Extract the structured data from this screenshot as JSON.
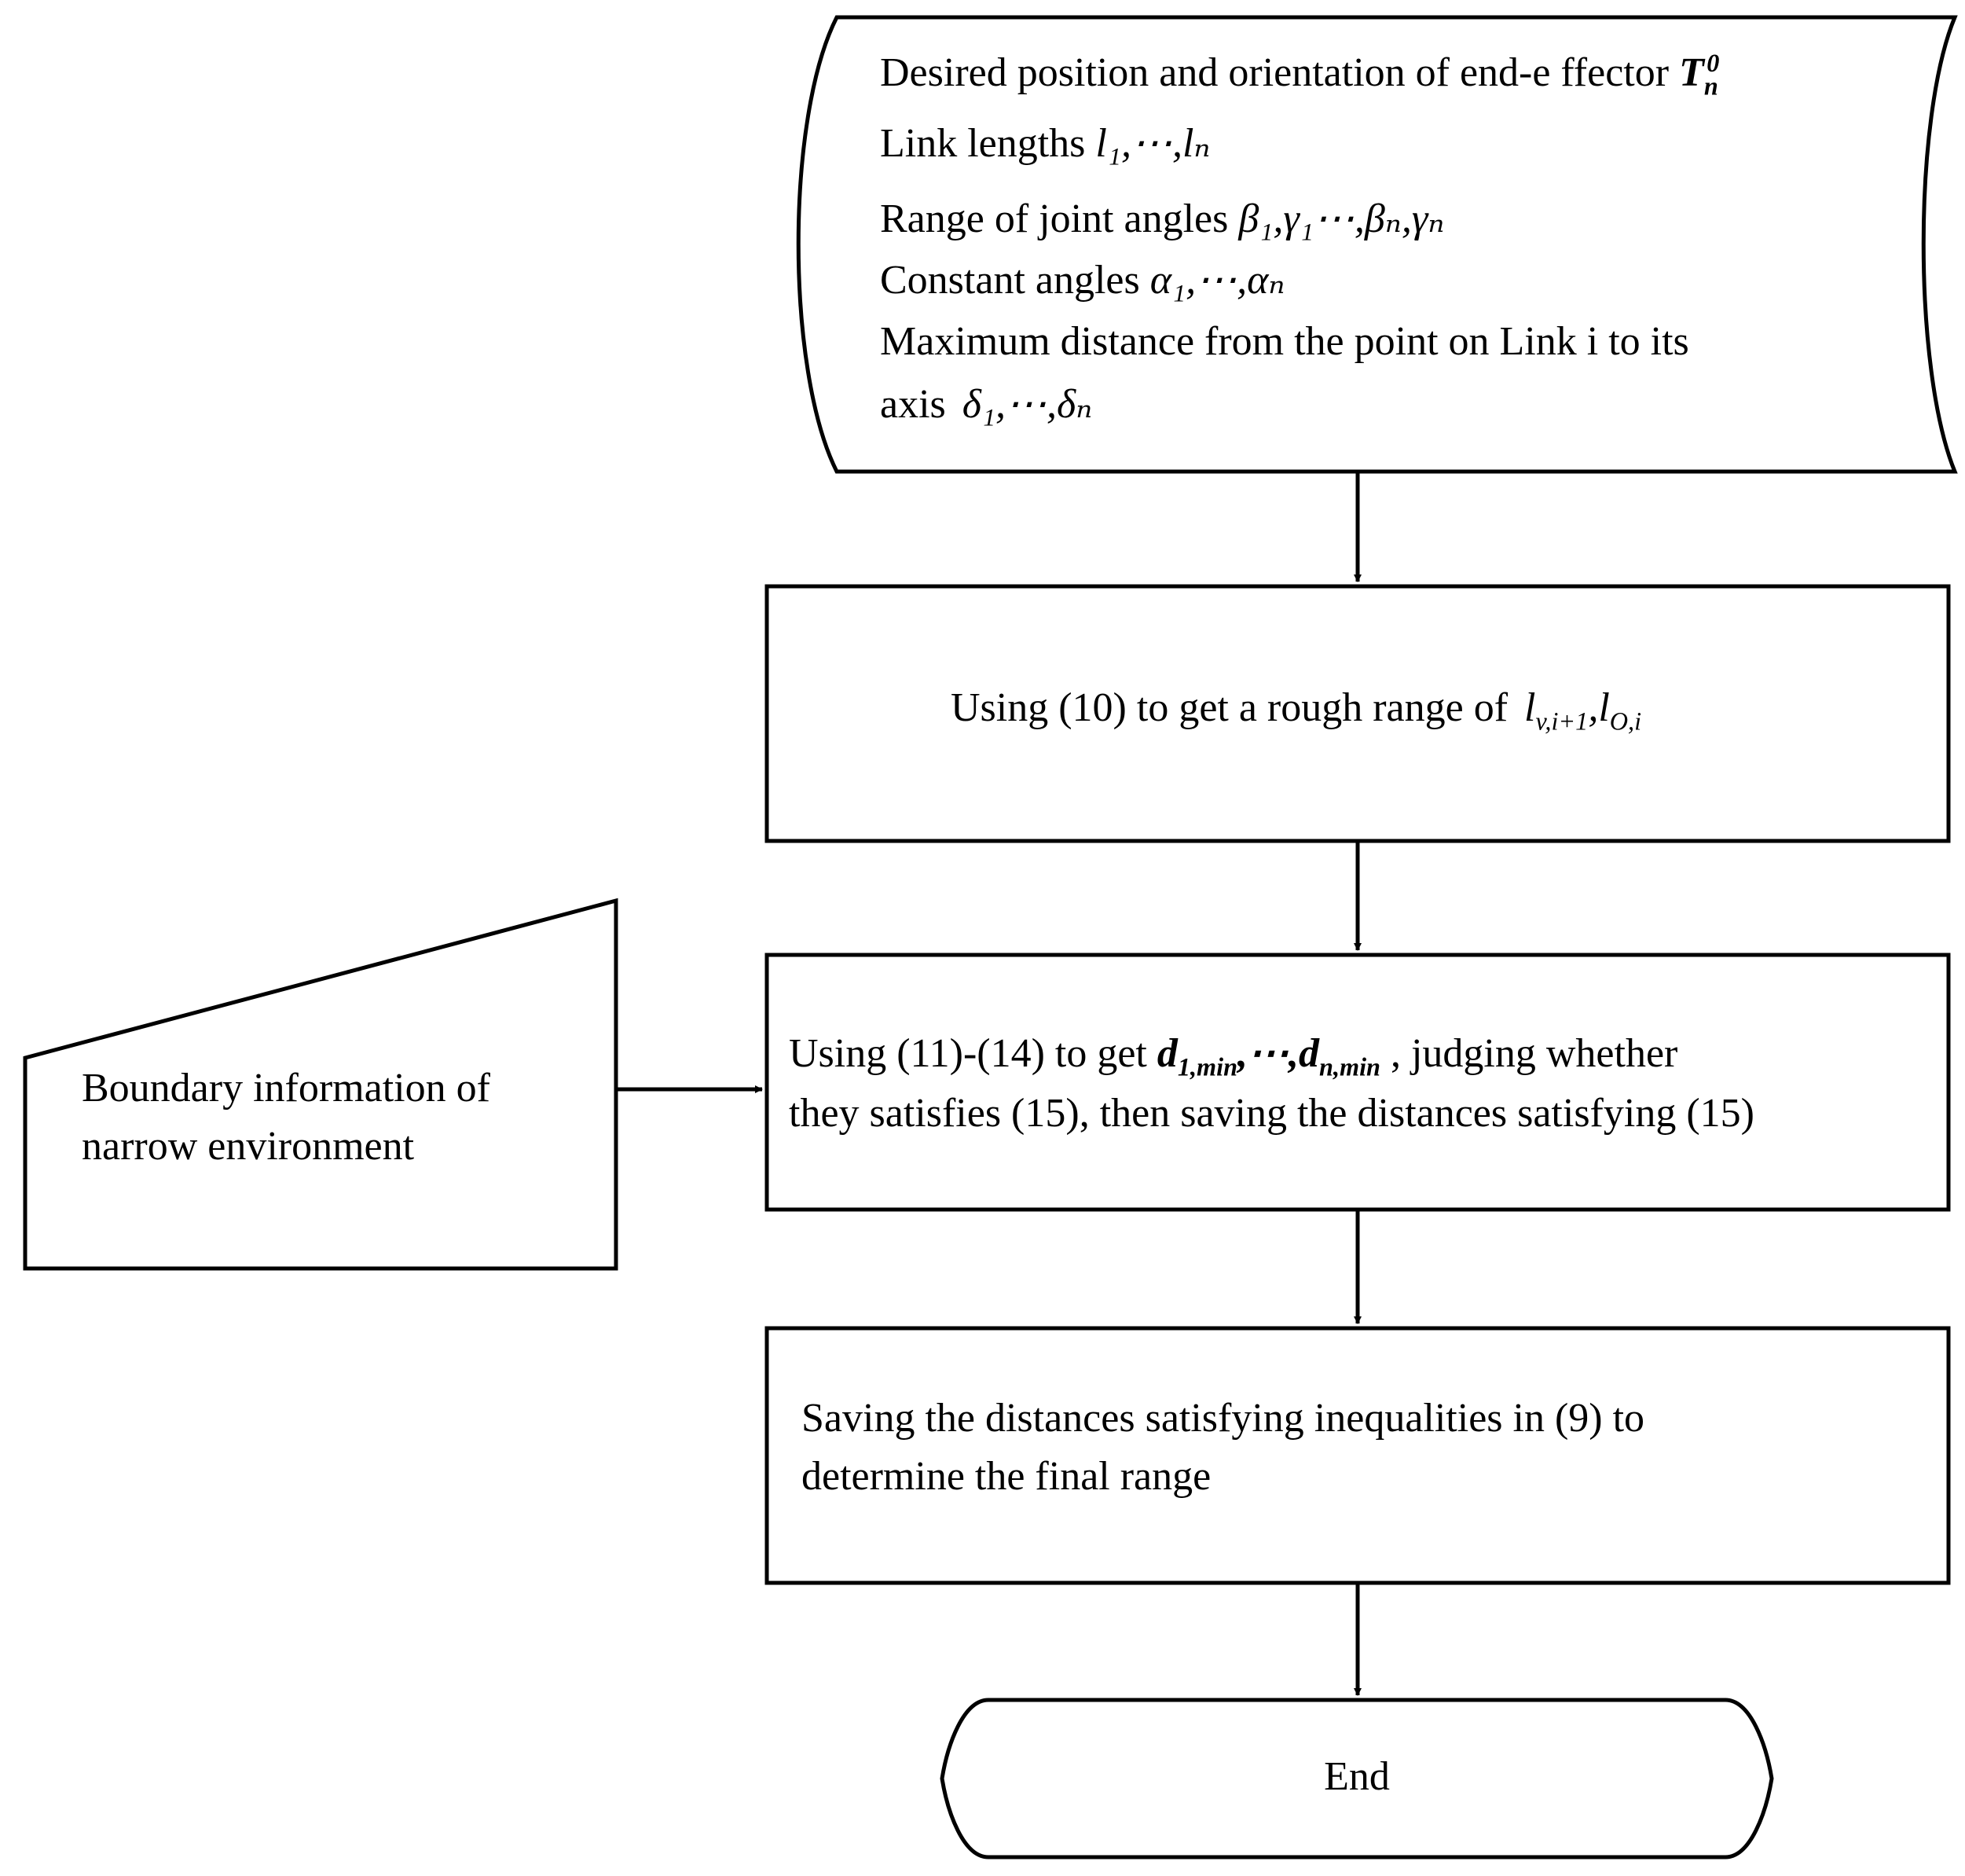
{
  "input_block": {
    "line1_text": "Desired position and orientation of end-e ffector",
    "line1_symbol": "T",
    "line1_sub": "n",
    "line1_sup": "0",
    "line2_text": "Link lengths",
    "line2_expr": "l₁,⋯,lₙ",
    "line3_text": "Range of joint angles",
    "line3_expr": "β₁,γ₁⋯,βₙ,γₙ",
    "line4_text": "Constant angles",
    "line4_expr": "α₁,⋯,αₙ",
    "line5_text": "Maximum distance from the point on Link i to its",
    "line6_text": "axis",
    "line6_expr": "δ₁,⋯,δₙ"
  },
  "step1": {
    "text": "Using (10) to get a rough range of",
    "expr_a": "l",
    "expr_a_sub": "v,i+1",
    "expr_b": "l",
    "expr_b_sub": "O,i"
  },
  "step2": {
    "text_pre": "Using (11)-(14) to get",
    "expr_a": "d",
    "expr_a_sub": "1,min",
    "expr_b": "d",
    "expr_b_sub": "n,min",
    "text_post": ", judging whether",
    "line2": "they satisfies (15), then saving the distances satisfying (15)"
  },
  "boundary": {
    "line1": "Boundary information of",
    "line2": "narrow environment"
  },
  "step3": {
    "line1": "Saving the distances satisfying inequalities in (9) to",
    "line2": "determine the final range"
  },
  "end": {
    "label": "End"
  }
}
